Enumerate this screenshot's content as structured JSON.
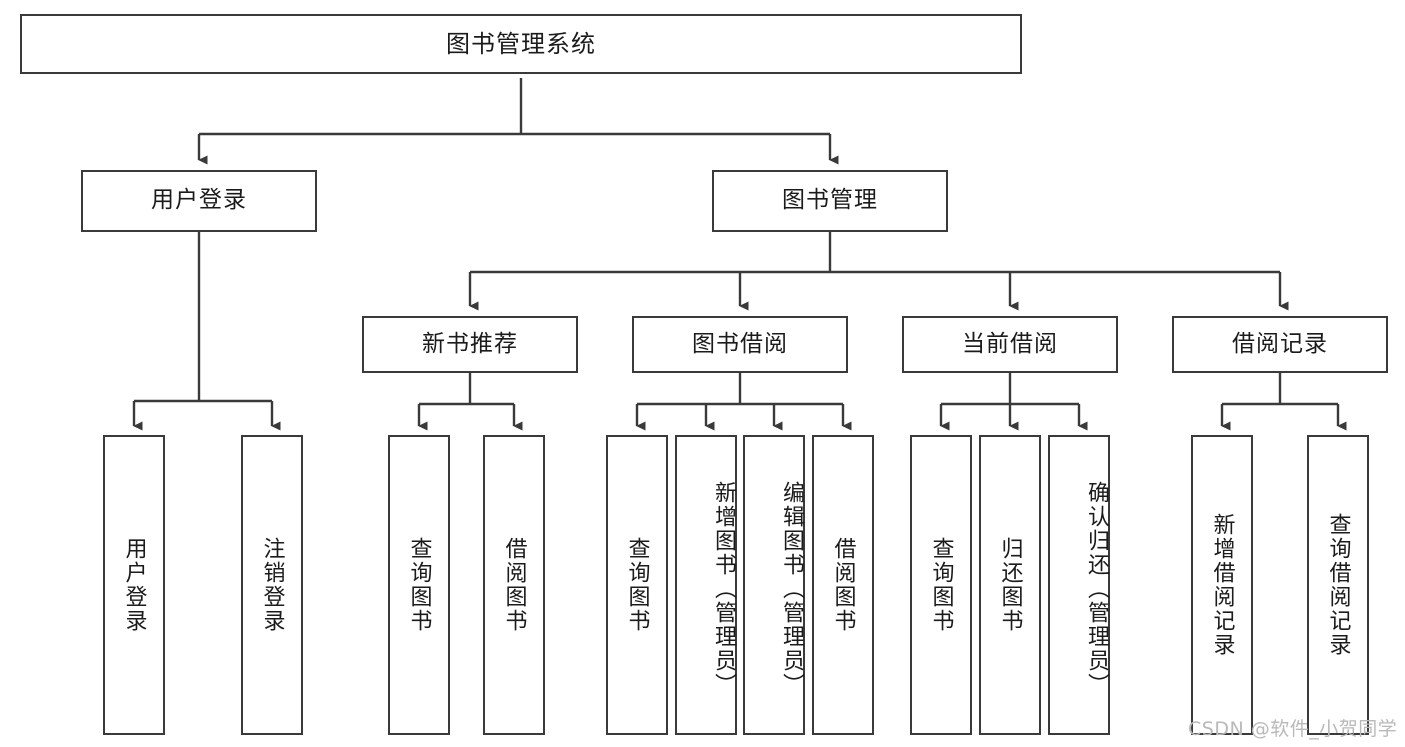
{
  "diagram": {
    "title": "图书管理系统",
    "type": "tree",
    "orientation": "top-down",
    "line_color": "#3a3a3a",
    "box_fill": "#ffffff",
    "text_color": "#1b1b1b",
    "levels": {
      "root": {
        "label": "图书管理系统"
      },
      "level2": [
        {
          "label": "用户登录"
        },
        {
          "label": "图书管理"
        }
      ],
      "level3": [
        {
          "label": "新书推荐"
        },
        {
          "label": "图书借阅"
        },
        {
          "label": "当前借阅"
        },
        {
          "label": "借阅记录"
        }
      ],
      "leaves": {
        "user_login": [
          {
            "label": "用户登录"
          },
          {
            "label": "注销登录"
          }
        ],
        "new_book_recommend": [
          {
            "label": "查询图书"
          },
          {
            "label": "借阅图书"
          }
        ],
        "book_borrow": [
          {
            "label": "查询图书"
          },
          {
            "label": "新增图书（管理员）"
          },
          {
            "label": "编辑图书（管理员）"
          },
          {
            "label": "借阅图书"
          }
        ],
        "current_borrow": [
          {
            "label": "查询图书"
          },
          {
            "label": "归还图书"
          },
          {
            "label": "确认归还（管理员）"
          }
        ],
        "borrow_record": [
          {
            "label": "新增借阅记录"
          },
          {
            "label": "查询借阅记录"
          }
        ]
      }
    }
  },
  "watermark": {
    "text": "CSDN @软件_小贺同学",
    "color": "#b9b9b9"
  }
}
